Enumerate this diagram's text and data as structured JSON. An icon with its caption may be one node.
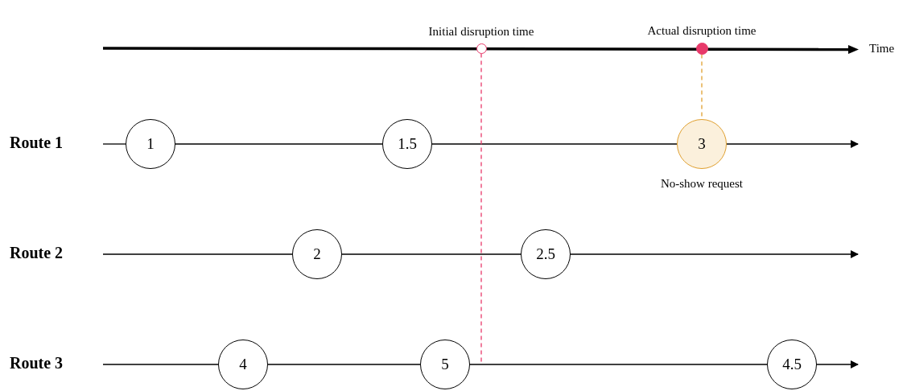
{
  "diagram": {
    "nodes": [
      {
        "text": [
          "Initial disruption time"
        ]
      },
      {
        "text": [
          "Actual disruption time"
        ]
      },
      {
        "text": [
          "1"
        ]
      },
      {
        "text": [
          "1.5"
        ]
      },
      {
        "text": [
          "3"
        ],
        "beside": [
          "No-show request"
        ]
      },
      {
        "text": [
          "2"
        ]
      },
      {
        "text": [
          "2.5"
        ]
      },
      {
        "text": [
          "4"
        ]
      },
      {
        "text": [
          "5"
        ]
      },
      {
        "text": [
          "4.5"
        ]
      }
    ],
    "edges": [
      {
        "from": 0,
        "to": null,
        "arrow": "none",
        "style": "dashed",
        "color": "#e8396a"
      },
      {
        "from": 1,
        "to": 4,
        "arrow": "none",
        "style": "dashed",
        "color": "#e0a030"
      },
      {
        "from": null,
        "to": 2,
        "arrow": "none"
      },
      {
        "from": 2,
        "to": 3,
        "arrow": "none"
      },
      {
        "from": 3,
        "to": 4,
        "arrow": "none"
      },
      {
        "from": 4,
        "to": null,
        "arrow": "to"
      },
      {
        "from": null,
        "to": 5,
        "arrow": "none"
      },
      {
        "from": 5,
        "to": 6,
        "arrow": "none"
      },
      {
        "from": 6,
        "to": null,
        "arrow": "to"
      },
      {
        "from": null,
        "to": 7,
        "arrow": "none"
      },
      {
        "from": 7,
        "to": 8,
        "arrow": "none"
      },
      {
        "from": 8,
        "to": 9,
        "arrow": "none"
      },
      {
        "from": 9,
        "to": null,
        "arrow": "to"
      }
    ],
    "labels": [
      "Time",
      "Route 1",
      "Route 2",
      "Route 3"
    ]
  }
}
